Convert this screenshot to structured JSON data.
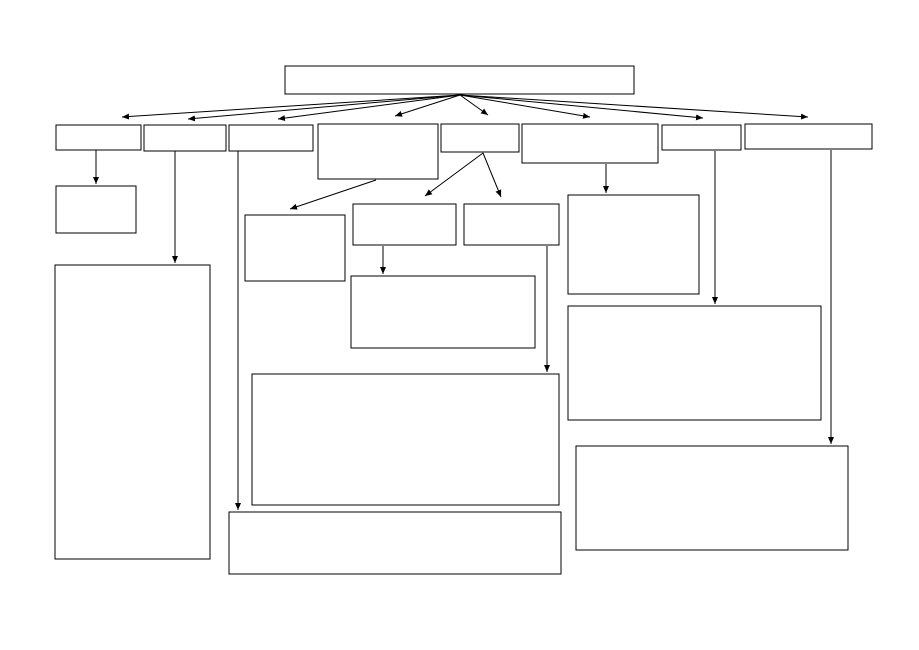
{
  "diagram": {
    "type": "blank-tree-diagram",
    "nodes": [
      {
        "id": "root",
        "label": ""
      },
      {
        "id": "l1-a",
        "label": ""
      },
      {
        "id": "l1-b",
        "label": ""
      },
      {
        "id": "l1-c",
        "label": ""
      },
      {
        "id": "l1-d",
        "label": ""
      },
      {
        "id": "l1-e",
        "label": ""
      },
      {
        "id": "l1-f",
        "label": ""
      },
      {
        "id": "l1-g",
        "label": ""
      },
      {
        "id": "l1-h",
        "label": ""
      },
      {
        "id": "a-child",
        "label": ""
      },
      {
        "id": "b-child",
        "label": ""
      },
      {
        "id": "c-child",
        "label": ""
      },
      {
        "id": "d-child",
        "label": ""
      },
      {
        "id": "e-child-1",
        "label": ""
      },
      {
        "id": "e-child-2",
        "label": ""
      },
      {
        "id": "e1-child",
        "label": ""
      },
      {
        "id": "e2-child",
        "label": ""
      },
      {
        "id": "f-child",
        "label": ""
      },
      {
        "id": "g-child",
        "label": ""
      },
      {
        "id": "h-child",
        "label": ""
      }
    ],
    "edges": [
      {
        "from": "root",
        "to": "l1-a"
      },
      {
        "from": "root",
        "to": "l1-b"
      },
      {
        "from": "root",
        "to": "l1-c"
      },
      {
        "from": "root",
        "to": "l1-d"
      },
      {
        "from": "root",
        "to": "l1-e"
      },
      {
        "from": "root",
        "to": "l1-f"
      },
      {
        "from": "root",
        "to": "l1-g"
      },
      {
        "from": "root",
        "to": "l1-h"
      },
      {
        "from": "l1-a",
        "to": "a-child"
      },
      {
        "from": "l1-b",
        "to": "b-child"
      },
      {
        "from": "l1-c",
        "to": "c-child"
      },
      {
        "from": "l1-d",
        "to": "d-child"
      },
      {
        "from": "l1-e",
        "to": "e-child-1"
      },
      {
        "from": "l1-e",
        "to": "e-child-2"
      },
      {
        "from": "e-child-1",
        "to": "e1-child"
      },
      {
        "from": "e-child-2",
        "to": "e2-child"
      },
      {
        "from": "l1-f",
        "to": "f-child"
      },
      {
        "from": "l1-g",
        "to": "g-child"
      },
      {
        "from": "l1-h",
        "to": "h-child"
      }
    ]
  }
}
